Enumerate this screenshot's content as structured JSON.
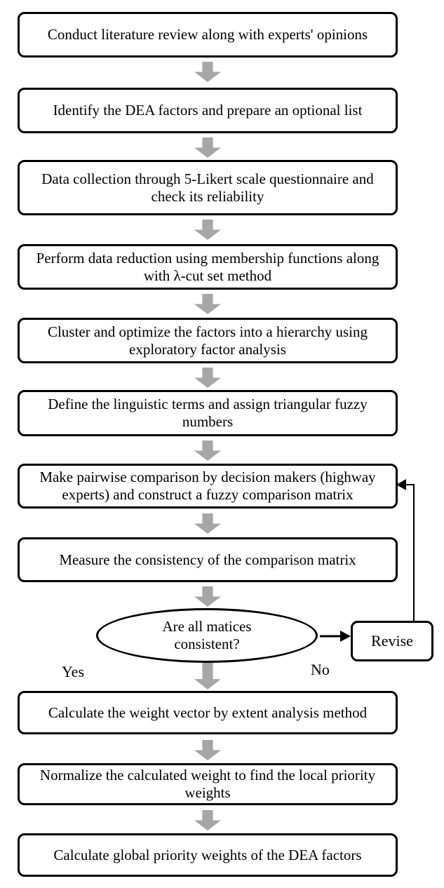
{
  "flowchart": {
    "steps": [
      {
        "lines": [
          "Conduct literature review along with experts' opinions"
        ]
      },
      {
        "lines": [
          "Identify the DEA factors and prepare an optional list"
        ]
      },
      {
        "lines": [
          "Data collection through 5-Likert scale questionnaire and",
          "check its reliability"
        ]
      },
      {
        "lines": [
          "Perform data reduction using membership functions along",
          "with λ-cut set method"
        ]
      },
      {
        "lines": [
          "Cluster and optimize the factors into a hierarchy using",
          "exploratory factor analysis"
        ]
      },
      {
        "lines": [
          "Define the linguistic terms and assign triangular fuzzy",
          "numbers"
        ]
      },
      {
        "lines": [
          "Make pairwise comparison by decision makers (highway",
          "experts) and construct a fuzzy comparison matrix"
        ]
      },
      {
        "lines": [
          "Measure the consistency of the comparison matrix"
        ]
      },
      {
        "lines": [
          "Calculate the weight vector by extent analysis method"
        ]
      },
      {
        "lines": [
          "Normalize the calculated weight to find the local priority",
          "weights"
        ]
      },
      {
        "lines": [
          "Calculate global priority weights of the DEA factors"
        ]
      }
    ],
    "decision": {
      "lines": [
        "Are all matices",
        "consistent?"
      ]
    },
    "revise": {
      "label": "Revise"
    },
    "branch_labels": {
      "yes": "Yes",
      "no": "No"
    }
  },
  "colors": {
    "box_border": "#000000",
    "box_fill": "#ffffff",
    "flow_arrow_gray": "#a6a6a6",
    "connector_black": "#000000",
    "background": "#ffffff",
    "text": "#000000"
  }
}
